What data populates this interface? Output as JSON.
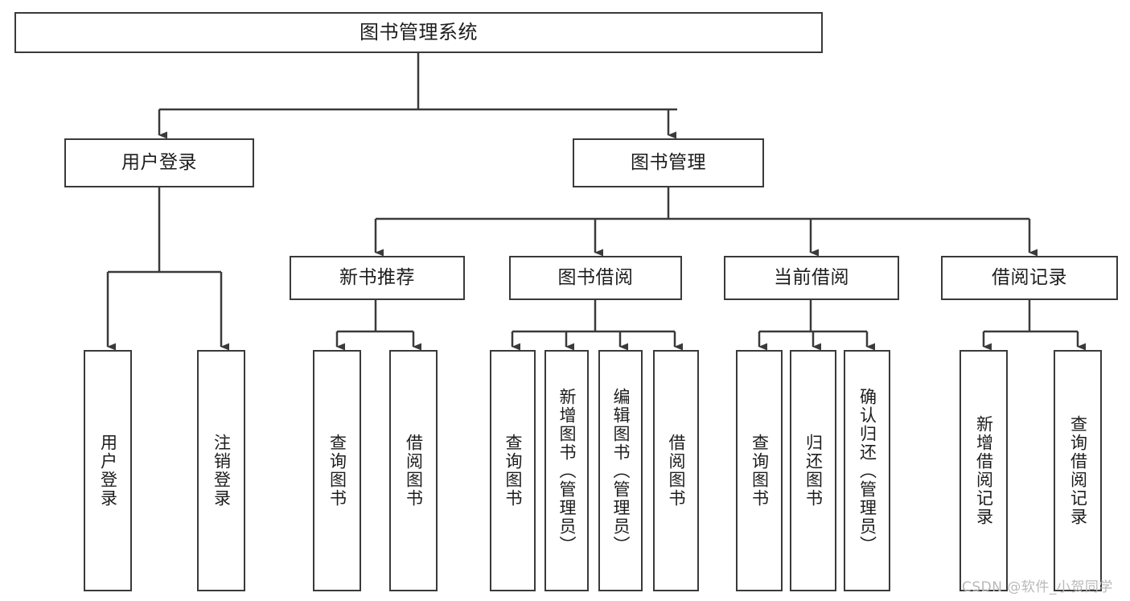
{
  "diagram": {
    "title": "图书管理系统",
    "type": "tree-hierarchy-chart",
    "watermark": "CSDN @软件_小贺同学",
    "colors": {
      "stroke": "#3a3a3a",
      "fill": "#ffffff",
      "text": "#1d1d1d",
      "watermark": "#b9b9b9"
    },
    "nodes": {
      "root": {
        "label": "图书管理系统"
      },
      "level1": [
        {
          "label": "用户登录"
        },
        {
          "label": "图书管理"
        }
      ],
      "level2": [
        {
          "label": "新书推荐"
        },
        {
          "label": "图书借阅"
        },
        {
          "label": "当前借阅"
        },
        {
          "label": "借阅记录"
        }
      ],
      "leaves_user_login": [
        {
          "label": "用户登录"
        },
        {
          "label": "注销登录"
        }
      ],
      "leaves_new_book": [
        {
          "label": "查询图书"
        },
        {
          "label": "借阅图书"
        }
      ],
      "leaves_borrow": [
        {
          "label": "查询图书"
        },
        {
          "label": "新增图书（管理员）"
        },
        {
          "label": "编辑图书（管理员）"
        },
        {
          "label": "借阅图书"
        }
      ],
      "leaves_current": [
        {
          "label": "查询图书"
        },
        {
          "label": "归还图书"
        },
        {
          "label": "确认归还（管理员）"
        }
      ],
      "leaves_records": [
        {
          "label": "新增借阅记录"
        },
        {
          "label": "查询借阅记录"
        }
      ]
    }
  }
}
